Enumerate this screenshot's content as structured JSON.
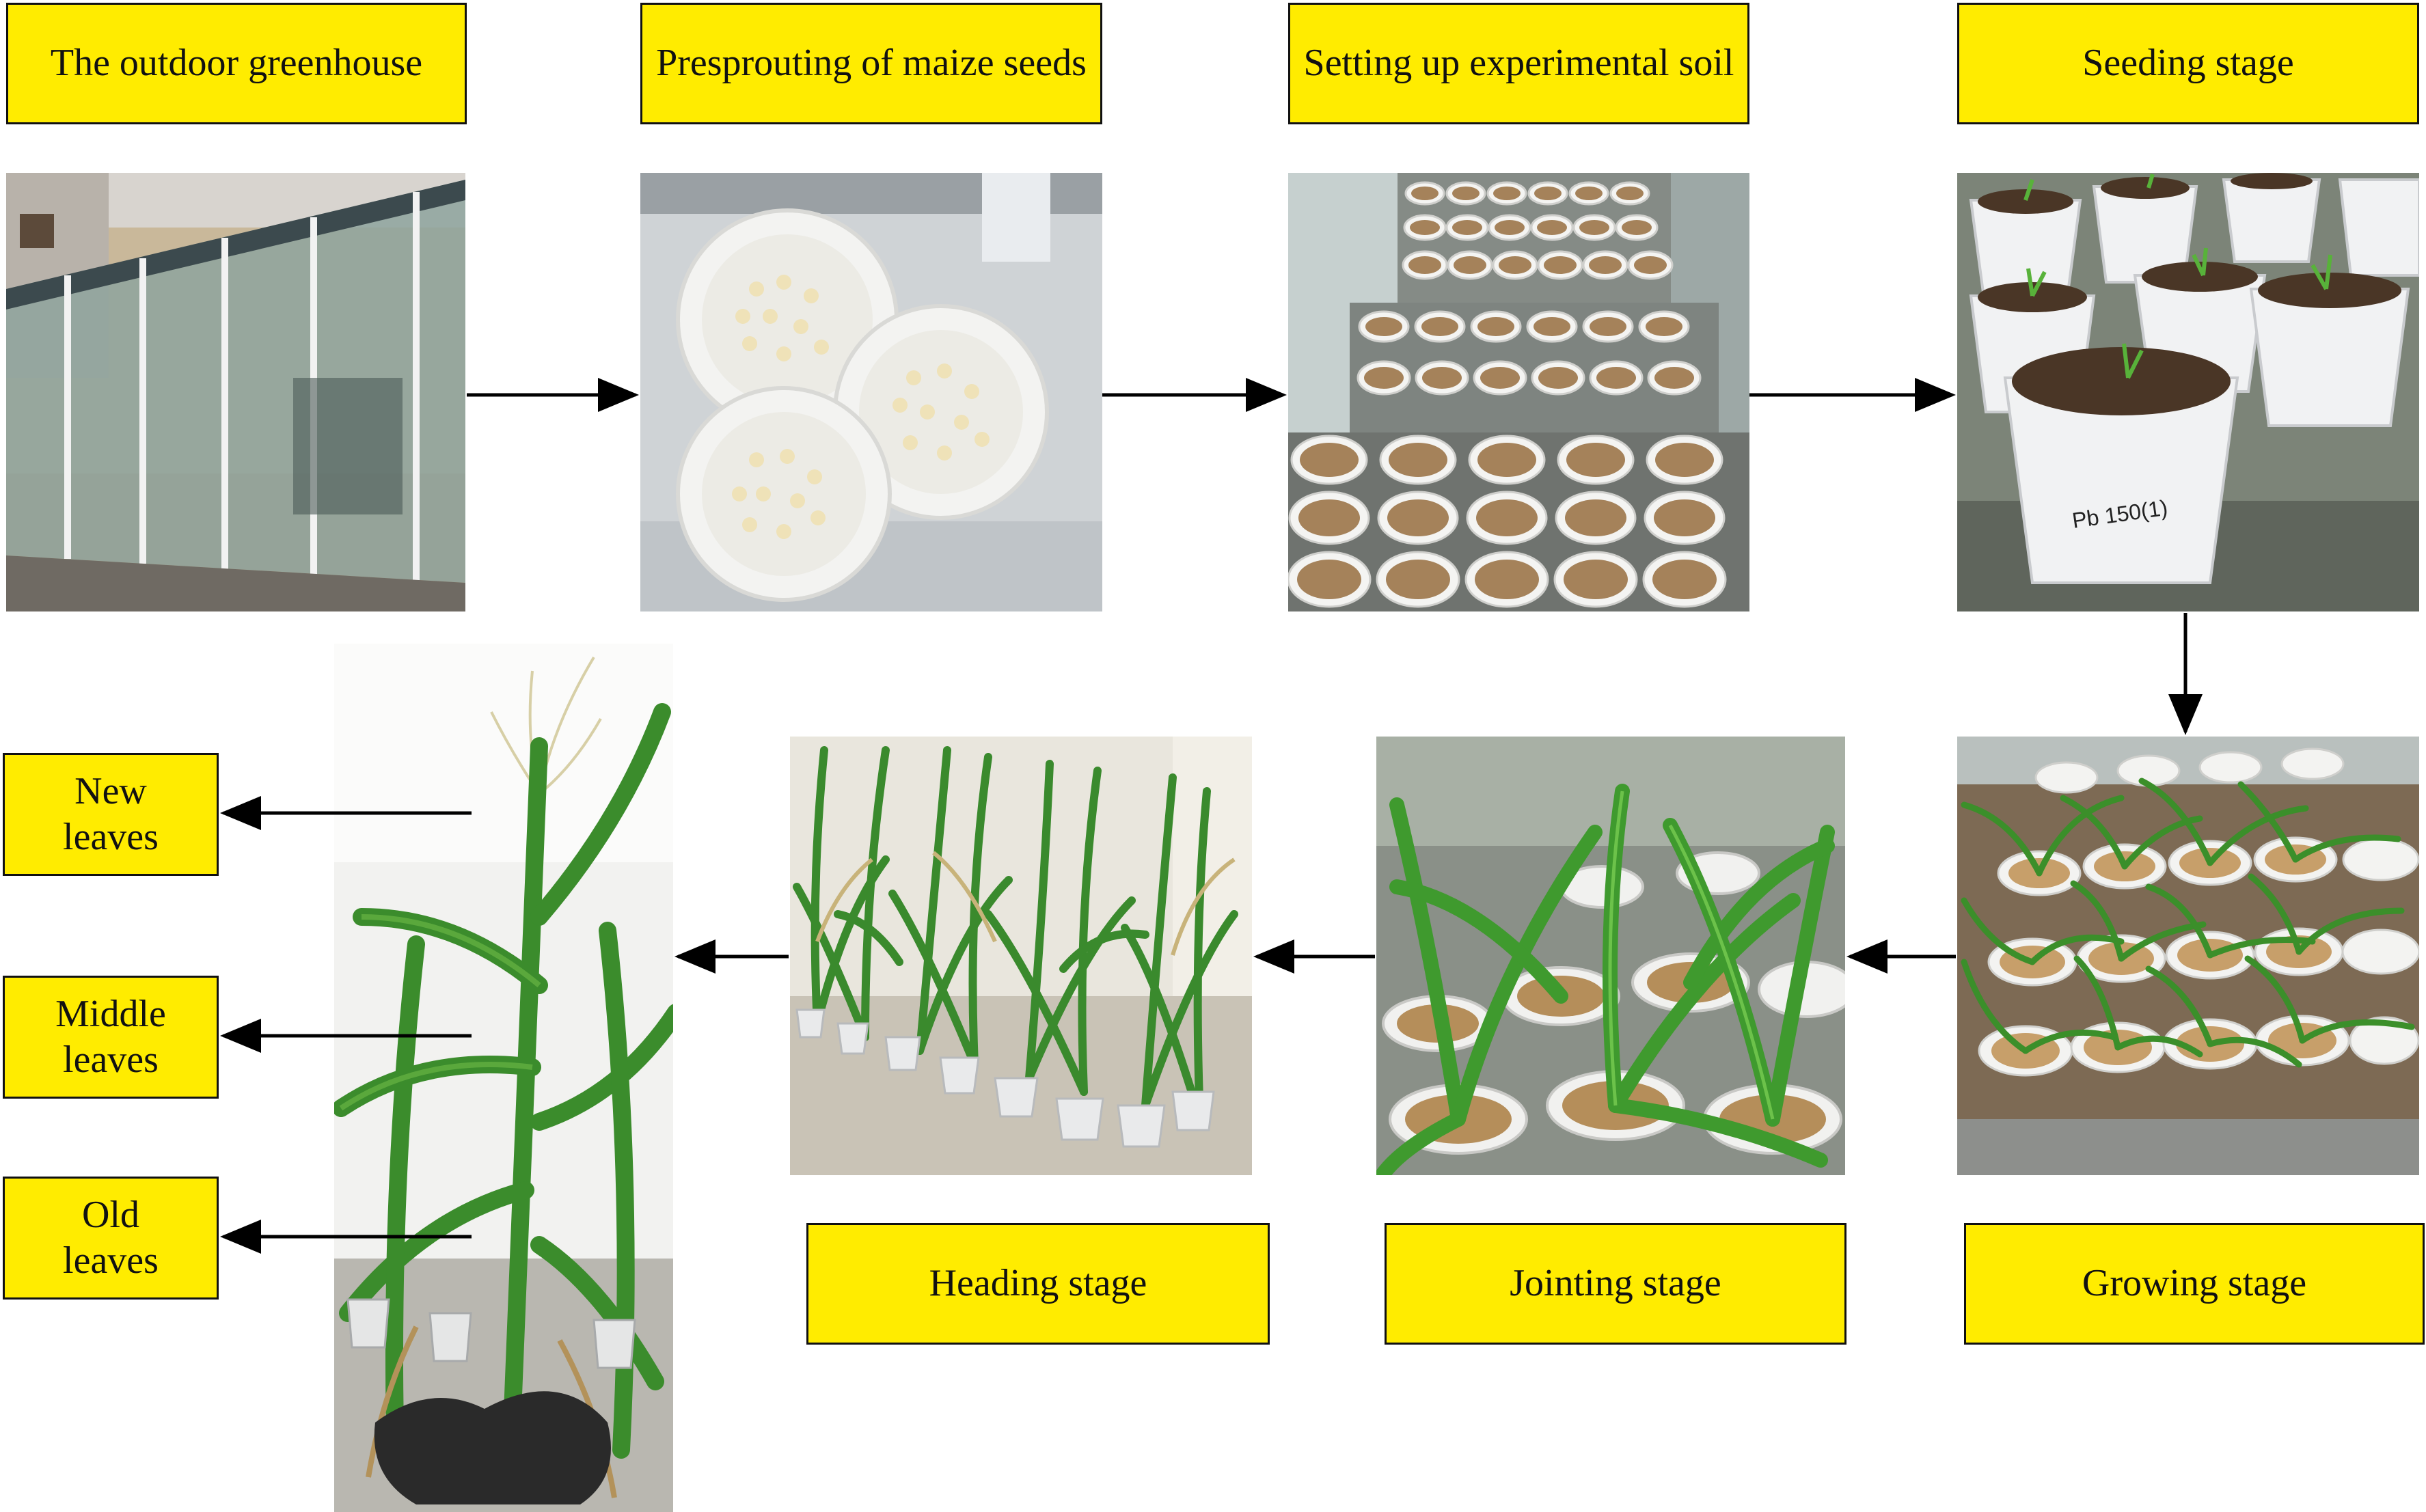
{
  "stages": {
    "greenhouse": "The outdoor greenhouse",
    "presprouting": "Presprouting of maize seeds",
    "soil": "Setting up experimental soil",
    "seeding": "Seeding stage",
    "growing": "Growing stage",
    "jointing": "Jointing stage",
    "heading": "Heading stage"
  },
  "leaves": {
    "new_line1": "New",
    "new_line2": "leaves",
    "middle_line1": "Middle",
    "middle_line2": "leaves",
    "old_line1": "Old",
    "old_line2": "leaves"
  },
  "photo_text": {
    "pot_label": "Pb 150(1)"
  },
  "colors": {
    "label_fill": "#ffec00",
    "arrow": "#000000",
    "leaf_green": "#2f8a2a",
    "soil": "#a5825a"
  }
}
